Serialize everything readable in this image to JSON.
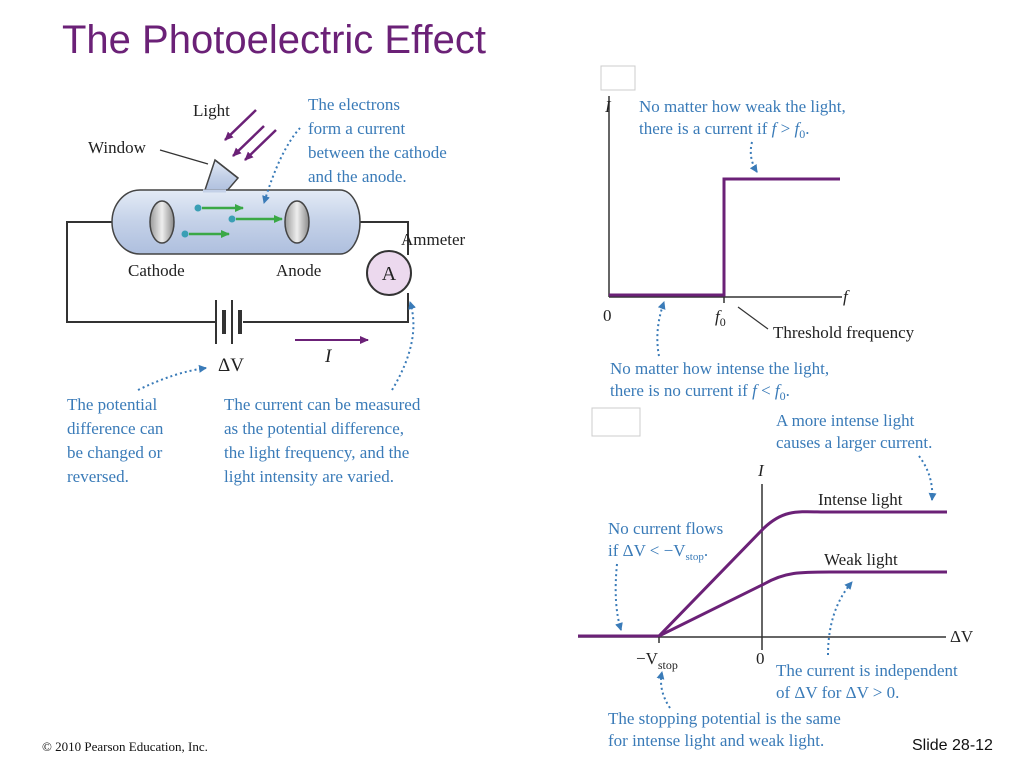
{
  "title": "The Photoelectric Effect",
  "footer": {
    "copyright": "© 2010 Pearson Education, Inc.",
    "slide": "Slide 28-12"
  },
  "colors": {
    "title": "#6b2177",
    "curve": "#6b2177",
    "annotation": "#3a7bb8",
    "electron_arrow": "#3aa845",
    "tube": "#c6d3ea"
  },
  "apparatus": {
    "light": "Light",
    "window": "Window",
    "cathode": "Cathode",
    "anode": "Anode",
    "ammeter": "Ammeter",
    "ammeter_symbol": "A",
    "battery": "ΔV",
    "current": "I",
    "note_electrons": [
      "The electrons",
      "form a current",
      "between the cathode",
      "and the anode."
    ],
    "note_potential": [
      "The potential",
      "difference can",
      "be changed or",
      "reversed."
    ],
    "note_measured": [
      "The current can be measured",
      "as the potential difference,",
      "the light frequency, and the",
      "light intensity are varied."
    ]
  },
  "graph_frequency": {
    "y_axis": "I",
    "x_axis": "f",
    "origin": "0",
    "threshold_tick": "f",
    "threshold_tick_sub": "0",
    "threshold_label": "Threshold frequency",
    "note_top": {
      "line1": "No matter how weak the light,",
      "line2_pre": "there is a current if ",
      "line2_var": "f",
      "line2_op": " > ",
      "line2_var2": "f",
      "line2_sub": "0",
      "line2_end": "."
    },
    "note_bottom": {
      "line1": "No matter how intense the light,",
      "line2_pre": "there is no current if ",
      "line2_var": "f",
      "line2_op": " < ",
      "line2_var2": "f",
      "line2_sub": "0",
      "line2_end": "."
    }
  },
  "graph_voltage": {
    "y_axis": "I",
    "x_axis": "ΔV",
    "origin": "0",
    "stop_tick": "−V",
    "stop_tick_sub": "stop",
    "intense_label": "Intense light",
    "weak_label": "Weak light",
    "note_intense": [
      "A more intense light",
      "causes a larger current."
    ],
    "note_noflow": {
      "line1": "No current flows",
      "line2_pre": "if ΔV < −V",
      "line2_sub": "stop",
      "line2_end": "."
    },
    "note_independent": [
      "The current is independent",
      "of ΔV for ΔV > 0."
    ],
    "note_stopping": [
      "The stopping potential is the same",
      "for intense light and weak light."
    ]
  }
}
